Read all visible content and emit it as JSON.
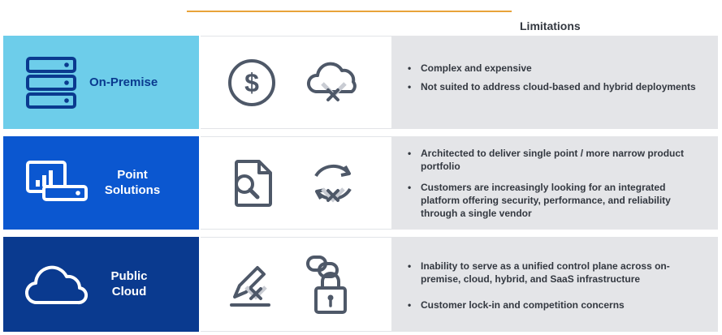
{
  "header": {
    "limitations_title": "Limitations"
  },
  "rows": [
    {
      "label": "On-Premise",
      "label_icon": "server-stack-icon",
      "icons": [
        "dollar-icon",
        "cloud-x-icon"
      ],
      "limitations": [
        "Complex and expensive",
        "Not suited to address cloud-based and hybrid deployments"
      ]
    },
    {
      "label_line1": "Point",
      "label_line2": "Solutions",
      "label_icon": "monitor-chart-icon",
      "icons": [
        "document-search-icon",
        "sync-x-icon"
      ],
      "limitations": [
        "Architected to deliver single point / more narrow product portfolio",
        "Customers are increasingly looking for an integrated platform offering security, performance, and reliability through a single vendor"
      ]
    },
    {
      "label_line1": "Public",
      "label_line2": "Cloud",
      "label_icon": "cloud-icon",
      "icons": [
        "edit-x-icon",
        "chain-lock-icon"
      ],
      "limitations": [
        "Inability to serve as a unified control plane across on-premise, cloud, hybrid, and SaaS infrastructure",
        "Customer lock-in and competition concerns"
      ]
    }
  ],
  "colors": {
    "accent_line": "#e8a33a",
    "on_premise_bg": "#6dcdea",
    "point_solutions_bg": "#0b57d0",
    "public_cloud_bg": "#0a3a8f",
    "limitations_bg": "#e4e5e8",
    "icon_gray": "#4e5868"
  }
}
